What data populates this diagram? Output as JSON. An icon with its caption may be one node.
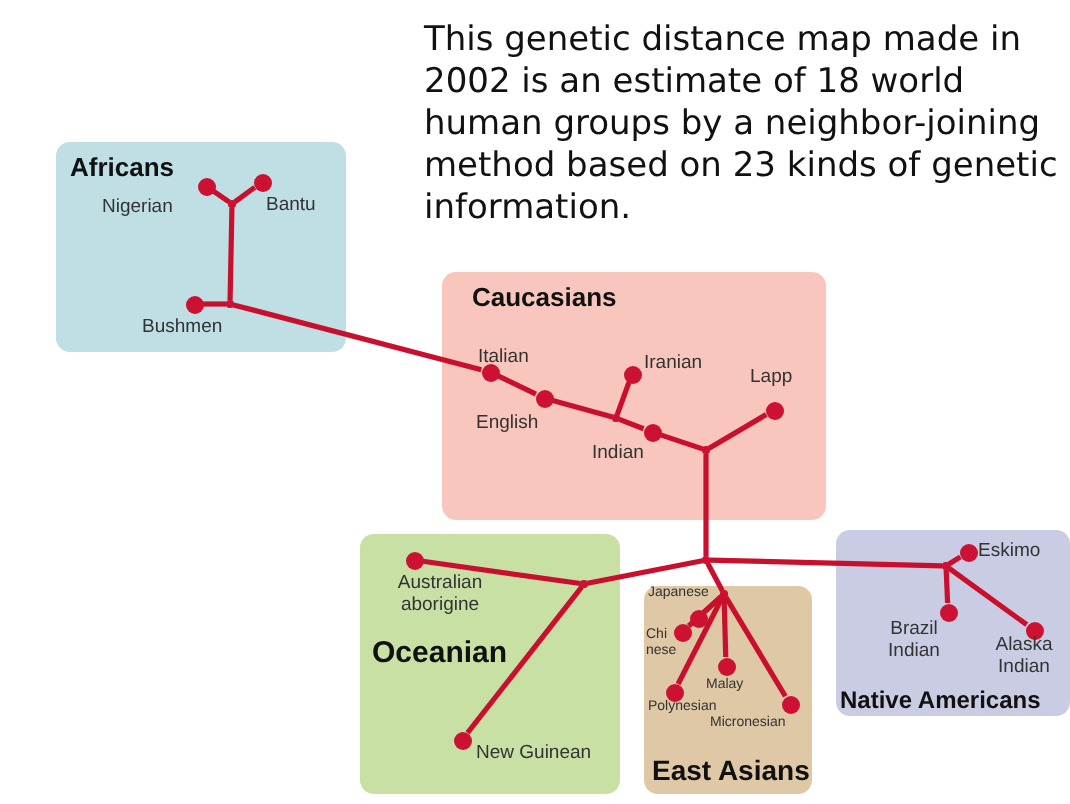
{
  "diagram": {
    "title": "This genetic distance map made in 2002 is an estimate of 18 world human groups by a neighbor-joining method based on 23 kinds of genetic information.",
    "nodes": [
      {
        "text": [
          "Africans"
        ]
      },
      {
        "text": [],
        "shape": "circle",
        "beside": [
          "Nigerian"
        ],
        "in": 0
      },
      {
        "text": [],
        "shape": "circle",
        "beside": [
          "Bantu"
        ],
        "in": 0
      },
      {
        "text": [],
        "shape": "circle",
        "beside": [
          "Bushmen"
        ],
        "in": 0
      },
      {
        "text": [
          "Caucasians"
        ]
      },
      {
        "text": [],
        "shape": "circle",
        "beside": [
          "Italian"
        ],
        "in": 4
      },
      {
        "text": [],
        "shape": "circle",
        "beside": [
          "English"
        ],
        "in": 4
      },
      {
        "text": [],
        "shape": "circle",
        "beside": [
          "Iranian"
        ],
        "in": 4
      },
      {
        "text": [],
        "shape": "circle",
        "beside": [
          "Indian"
        ],
        "in": 4
      },
      {
        "text": [],
        "shape": "circle",
        "beside": [
          "Lapp"
        ],
        "in": 4
      },
      {
        "text": [
          "Oceanian"
        ]
      },
      {
        "text": [],
        "shape": "circle",
        "beside": [
          "Australian aborigine"
        ],
        "in": 10
      },
      {
        "text": [],
        "shape": "circle",
        "beside": [
          "New Guinean"
        ],
        "in": 10
      },
      {
        "text": [
          "East Asians"
        ]
      },
      {
        "text": [],
        "shape": "circle",
        "beside": [
          "Japanese"
        ],
        "in": 13
      },
      {
        "text": [],
        "shape": "circle",
        "beside": [
          "Chi nese"
        ],
        "in": 13
      },
      {
        "text": [],
        "shape": "circle",
        "beside": [
          "Malay"
        ],
        "in": 13
      },
      {
        "text": [],
        "shape": "circle",
        "beside": [
          "Polynesian"
        ],
        "in": 13
      },
      {
        "text": [],
        "shape": "circle",
        "beside": [
          "Micronesian"
        ],
        "in": 13
      },
      {
        "text": [
          "Native Americans"
        ]
      },
      {
        "text": [],
        "shape": "circle",
        "beside": [
          "Eskimo"
        ],
        "in": 19
      },
      {
        "text": [],
        "shape": "circle",
        "beside": [
          "Brazil Indian"
        ],
        "in": 19
      },
      {
        "text": [],
        "shape": "circle",
        "beside": [
          "Alaska Indian"
        ],
        "in": 19
      },
      {
        "text": [],
        "shape": "point",
        "in": 0
      },
      {
        "text": [],
        "shape": "point",
        "in": 0
      },
      {
        "text": [],
        "shape": "point",
        "in": 4
      },
      {
        "text": [],
        "shape": "point",
        "in": 4
      },
      {
        "text": [],
        "shape": "point"
      },
      {
        "text": [],
        "shape": "point",
        "in": 10
      },
      {
        "text": [],
        "shape": "point",
        "in": 13
      },
      {
        "text": [],
        "shape": "point",
        "in": 19
      }
    ],
    "edges": [
      {
        "from": 1,
        "to": 23,
        "arrow": "none"
      },
      {
        "from": 2,
        "to": 23,
        "arrow": "none"
      },
      {
        "from": 23,
        "to": 24,
        "arrow": "none"
      },
      {
        "from": 3,
        "to": 24,
        "arrow": "none"
      },
      {
        "from": 24,
        "to": 5,
        "arrow": "none"
      },
      {
        "from": 5,
        "to": 6,
        "arrow": "none"
      },
      {
        "from": 6,
        "to": 25,
        "arrow": "none"
      },
      {
        "from": 7,
        "to": 25,
        "arrow": "none"
      },
      {
        "from": 25,
        "to": 8,
        "arrow": "none"
      },
      {
        "from": 8,
        "to": 26,
        "arrow": "none"
      },
      {
        "from": 9,
        "to": 26,
        "arrow": "none"
      },
      {
        "from": 26,
        "to": 27,
        "arrow": "none"
      },
      {
        "from": 27,
        "to": 28,
        "arrow": "none"
      },
      {
        "from": 11,
        "to": 28,
        "arrow": "none"
      },
      {
        "from": 12,
        "to": 28,
        "arrow": "none"
      },
      {
        "from": 27,
        "to": 29,
        "arrow": "none"
      },
      {
        "from": 29,
        "to": 14,
        "arrow": "none"
      },
      {
        "from": 29,
        "to": 15,
        "arrow": "none"
      },
      {
        "from": 29,
        "to": 16,
        "arrow": "none"
      },
      {
        "from": 29,
        "to": 17,
        "arrow": "none"
      },
      {
        "from": 29,
        "to": 18,
        "arrow": "none"
      },
      {
        "from": 27,
        "to": 30,
        "arrow": "none"
      },
      {
        "from": 20,
        "to": 30,
        "arrow": "none"
      },
      {
        "from": 21,
        "to": 30,
        "arrow": "none"
      },
      {
        "from": 22,
        "to": 30,
        "arrow": "none"
      }
    ]
  }
}
